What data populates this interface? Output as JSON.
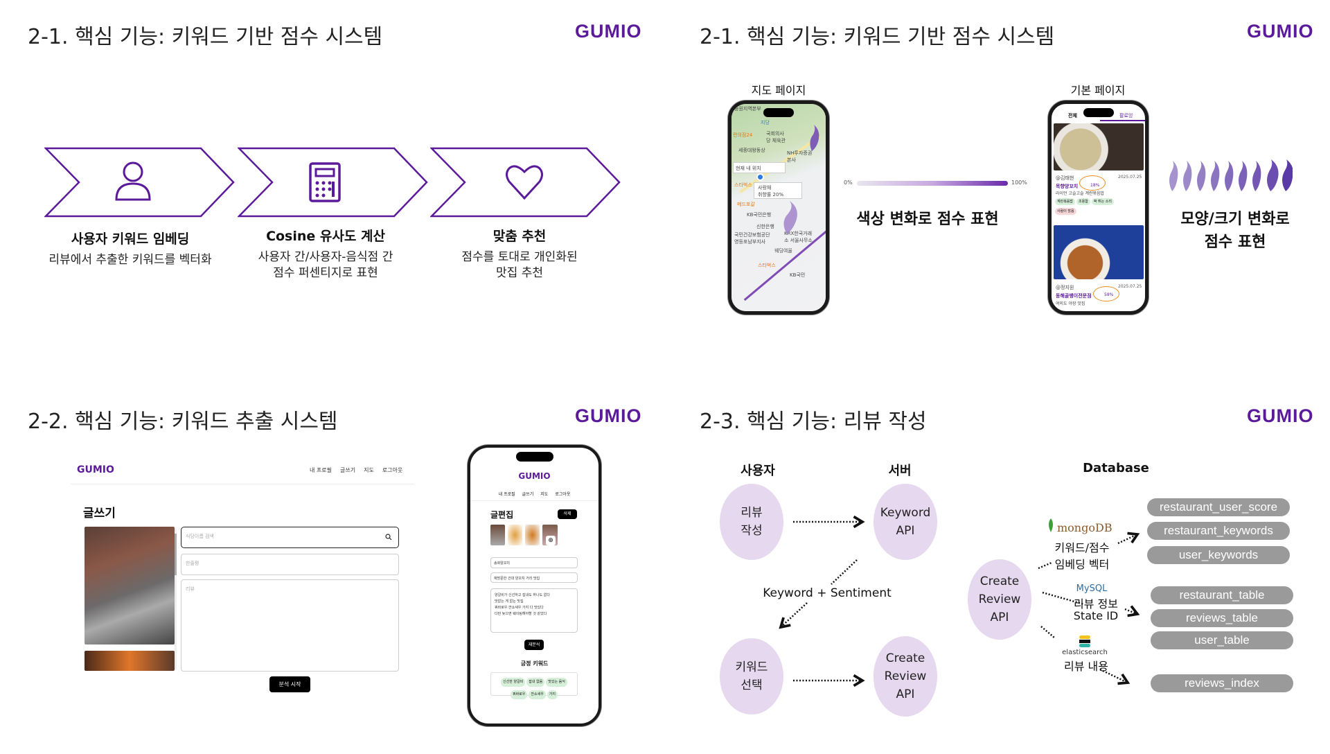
{
  "panels": {
    "p1": {
      "title": "2-1. 핵심 기능: 키워드 기반 점수 시스템",
      "brand": "GUMIO",
      "steps": [
        {
          "icon": "user-icon",
          "title": "사용자 키워드 임베딩",
          "desc": [
            "리뷰에서 추출한 키워드를 벡터화"
          ]
        },
        {
          "icon": "calculator-icon",
          "title": "Cosine 유사도 계산",
          "desc": [
            "사용자 간/사용자-음식점 간",
            "점수 퍼센티지로 표현"
          ]
        },
        {
          "icon": "heart-icon",
          "title": "맞춤 추천",
          "desc": [
            "점수를 토대로 개인화된",
            "맛집 추천"
          ]
        }
      ]
    },
    "p2": {
      "title": "2-1. 핵심 기능: 키워드 기반 점수 시스템",
      "brand": "GUMIO",
      "map_label": "지도 페이지",
      "base_label": "기본 페이지",
      "map": {
        "labels": [
          "중원지역본부",
          "지당",
          "국회의사당 체육관",
          "세종대왕동상",
          "NH투자증권 본사",
          "편의점24",
          "현재 내 위치",
          "사랑채",
          "취향률 20%",
          "스타벅스",
          "메드포갈",
          "KB국민은행",
          "신한은행",
          "KRX한국거래소 서울사무소",
          "국민건강보험공단 영등포남부지사",
          "웨딩여울",
          "스타벅스",
          "KB국민"
        ]
      },
      "gradient": {
        "min": "0%",
        "max": "100%",
        "from": "#e9e6ee",
        "to": "#6a2aa8"
      },
      "color_caption": "색상 변화로 점수 표현",
      "shape_caption": [
        "모양/크기 변화로",
        "점수 표현"
      ],
      "base": {
        "tabs": [
          "전체",
          "팔로잉"
        ],
        "posts": [
          {
            "user": "@김태현",
            "date": "2025.07.25",
            "place": "목향양꼬치",
            "score": "18%",
            "desc": "라이언 고슬고슬 계란볶음밥",
            "tags": [
              "계란볶음밥",
              "조용함",
              "팍 튀는 소리"
            ],
            "neg_tags": [
              "사람이 많음"
            ]
          },
          {
            "user": "@정지원",
            "date": "2025.07.25",
            "place": "동해골뱅이전문점",
            "score": "58%",
            "desc": "여의도 야장 맛집"
          }
        ]
      }
    },
    "p3": {
      "title": "2-2. 핵심 기능: 키워드 추출 시스템",
      "brand": "GUMIO",
      "web": {
        "logo": "GUMIO",
        "nav": [
          "내 프로필",
          "글쓰기",
          "지도",
          "로그아웃"
        ],
        "heading": "글쓰기",
        "search_placeholder": "식당이름 검색",
        "oneline_placeholder": "한줄평",
        "review_placeholder": "리뷰",
        "submit": "분석 시작"
      },
      "mobile": {
        "logo": "GUMIO",
        "nav": [
          "내 프로필",
          "글쓰기",
          "지도",
          "로그아웃"
        ],
        "heading": "글편집",
        "delete": "삭제",
        "search_value": "송화양꼬치",
        "oneline_value": "재방문한 건대 양꼬치 거리 맛집",
        "review_lines": [
          "양갈비가 신선하고 잡내도 하나도 없다",
          "맛없는 게 없는 맛집",
          "꿔바로우 깐쇼새우 가지 다 맛있다",
          "다만 늦으면 웨이팅해야할 것 같았다"
        ],
        "reanalyze": "재분석",
        "kw_heading": "긍정 키워드",
        "keywords": [
          "신선한 양갈비",
          "잡내 없음",
          "맛있는 음식",
          "꿔바로우",
          "깐쇼새우",
          "가지"
        ]
      }
    },
    "p4": {
      "title": "2-3. 핵심 기능: 리뷰 작성",
      "brand": "GUMIO",
      "headers": {
        "user": "사용자",
        "server": "서버",
        "db": "Database"
      },
      "nodes": {
        "write": [
          "리뷰",
          "작성"
        ],
        "kwapi": [
          "Keyword",
          "API"
        ],
        "select": [
          "키워드",
          "선택"
        ],
        "create": [
          "Create",
          "Review",
          "API"
        ],
        "create2": [
          "Create",
          "Review",
          "API"
        ]
      },
      "edge_label": "Keyword + Sentiment",
      "stores": [
        {
          "logo": "mongoDB",
          "lines": [
            "키워드/점수",
            "임베딩 벡터"
          ],
          "color": "#8a5a2b"
        },
        {
          "logo": "MySQL",
          "lines": [
            "리뷰 정보",
            "State ID"
          ],
          "color": "#2f6b9a"
        },
        {
          "logo": "elasticsearch",
          "lines": [
            "리뷰 내용"
          ],
          "color": "#333333"
        }
      ],
      "tables": [
        "restaurant_user_score",
        "restaurant_keywords",
        "user_keywords",
        "restaurant_table",
        "reviews_table",
        "user_table",
        "reviews_index"
      ]
    }
  },
  "colors": {
    "brand": "#5b1a9a",
    "node": "#e6d8ef",
    "db_pill": "#9a9a9a",
    "highlight": "#f08a1c"
  }
}
